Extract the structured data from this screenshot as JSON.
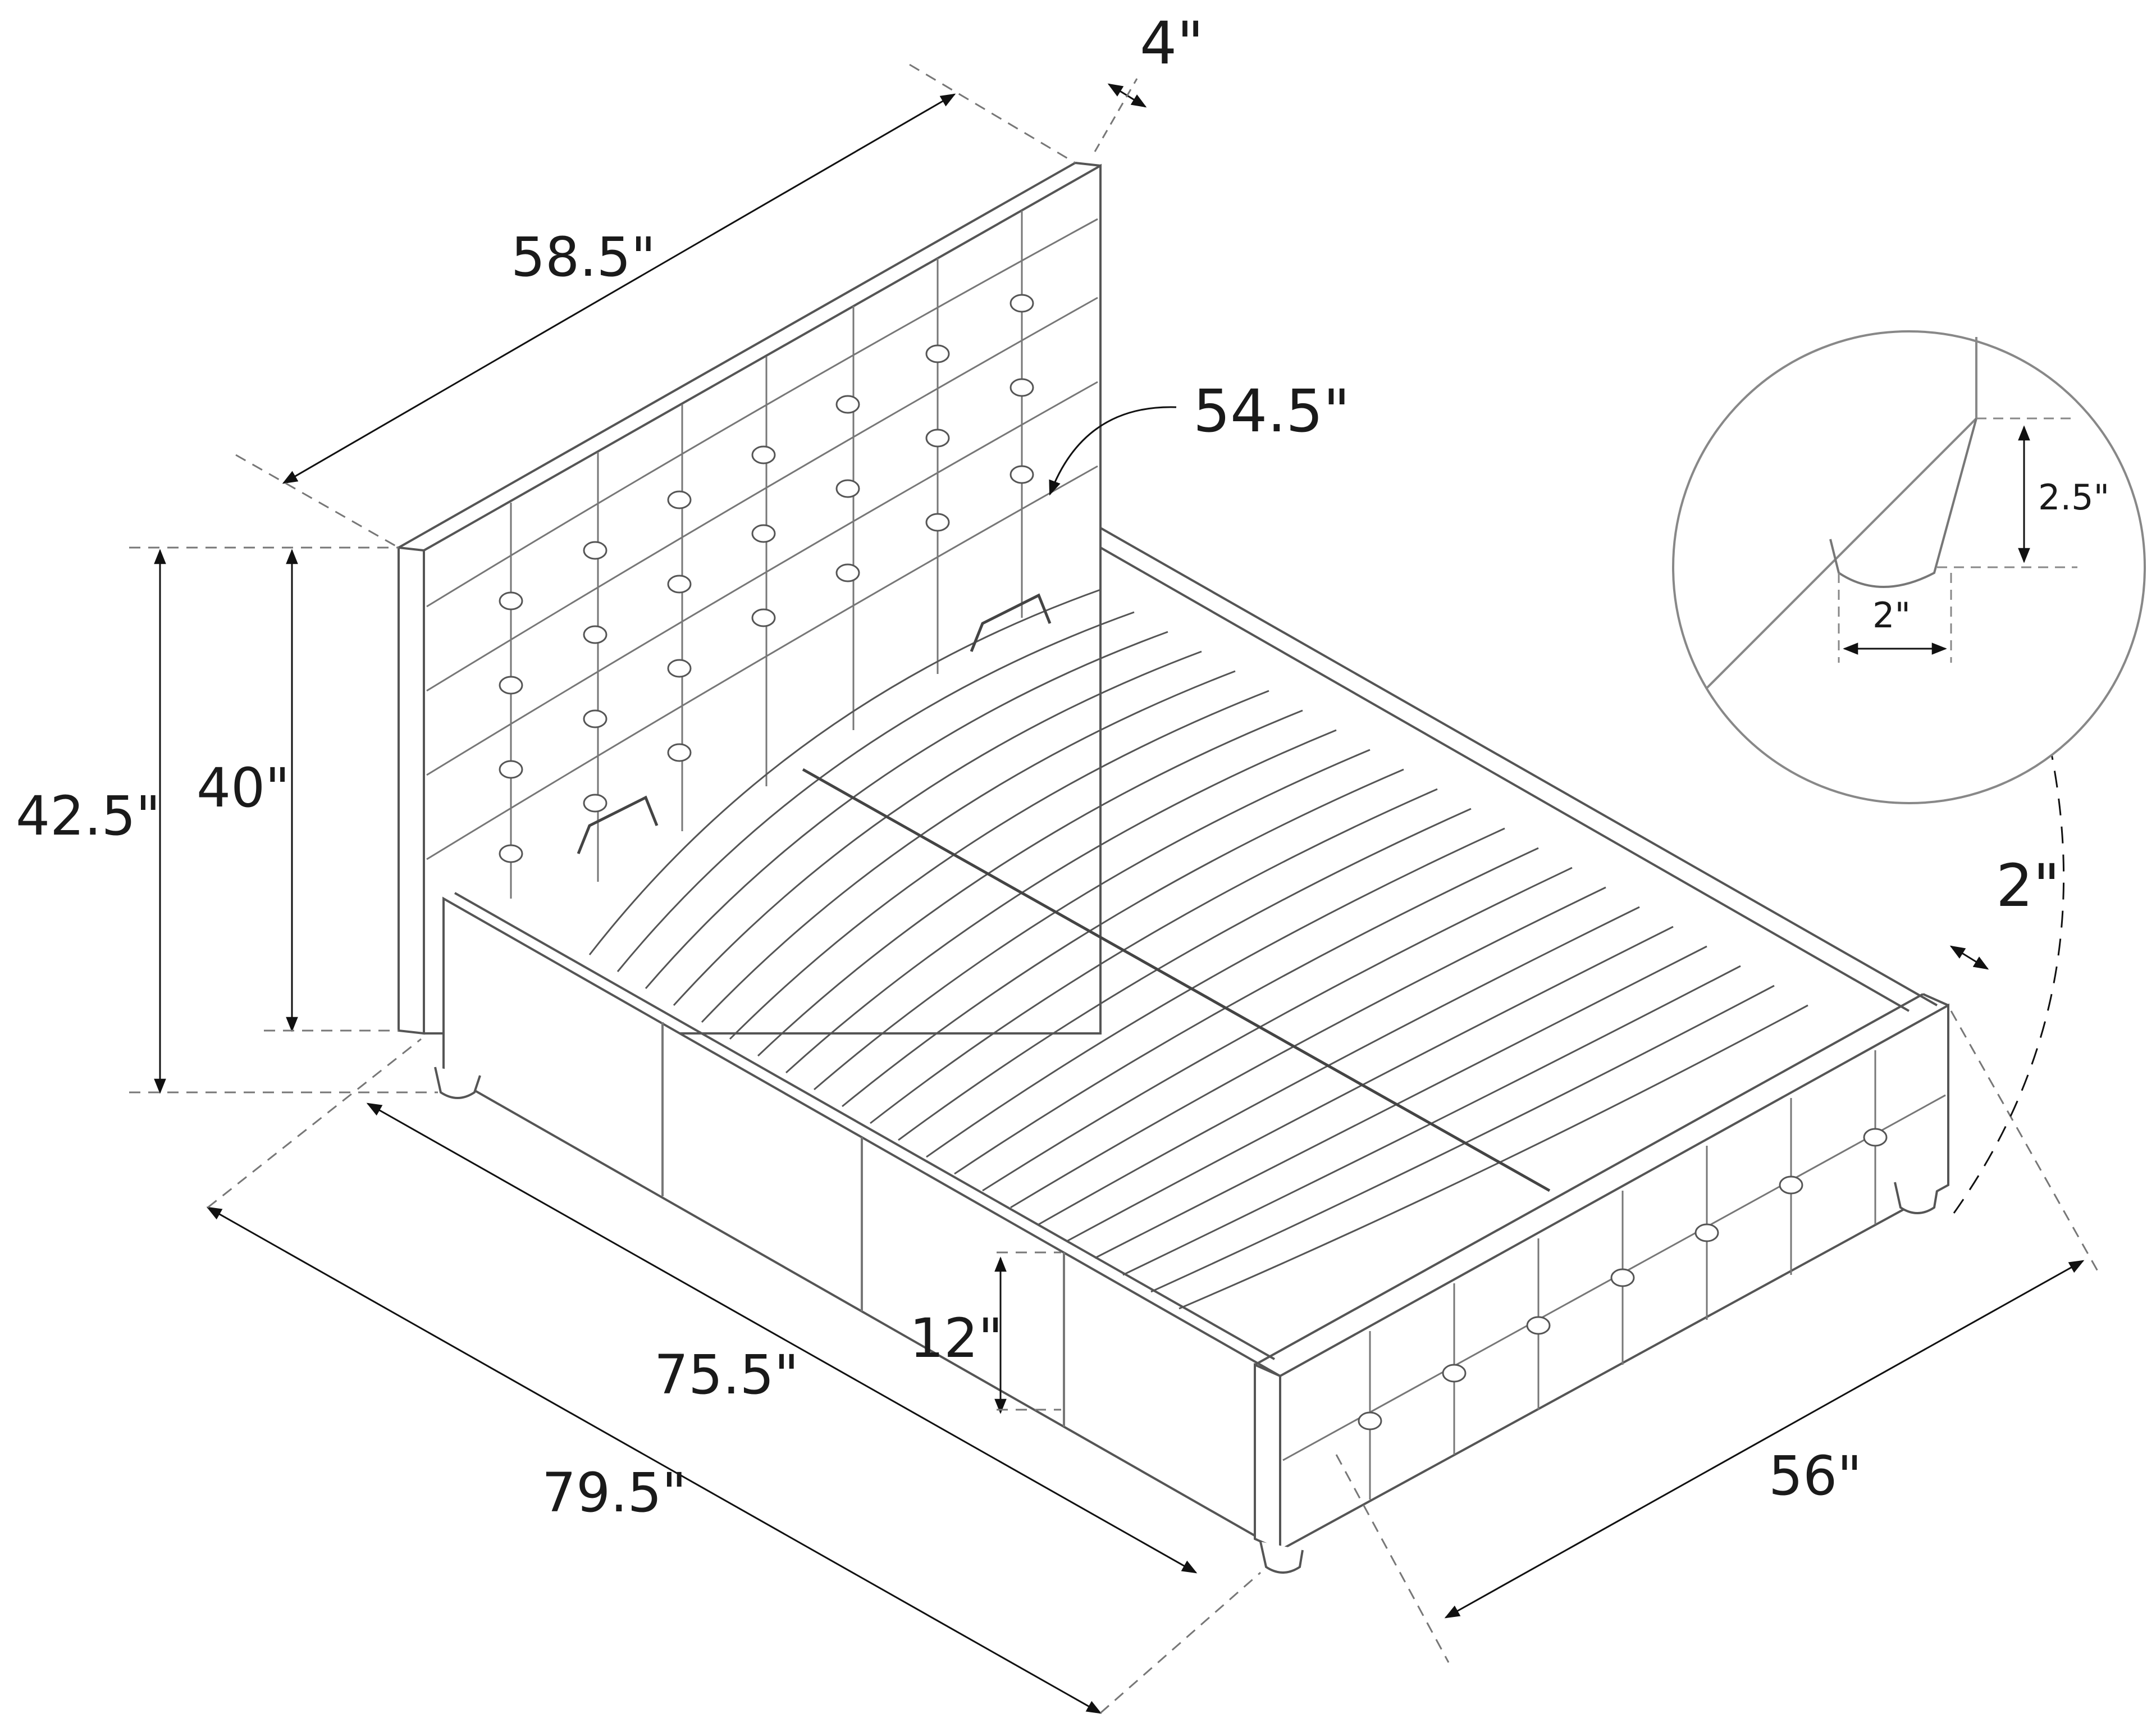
{
  "diagram": {
    "subject": "Upholstered bed frame with tufted headboard and slatted base",
    "inset_subject": "Leg detail",
    "colors": {
      "line": "#6e6e6e",
      "dark_line": "#333333",
      "text": "#1a1a1a",
      "background": "#ffffff"
    }
  },
  "dimensions": {
    "headboard_thickness": "4\"",
    "headboard_width": "58.5\"",
    "inner_width": "54.5\"",
    "total_height": "42.5\"",
    "headboard_height_above_rail": "40\"",
    "side_rail_height": "12\"",
    "inner_length": "75.5\"",
    "overall_length": "79.5\"",
    "overall_width": "56\"",
    "footboard_thickness": "2\"",
    "leg_height": "2.5\"",
    "leg_width": "2\""
  }
}
